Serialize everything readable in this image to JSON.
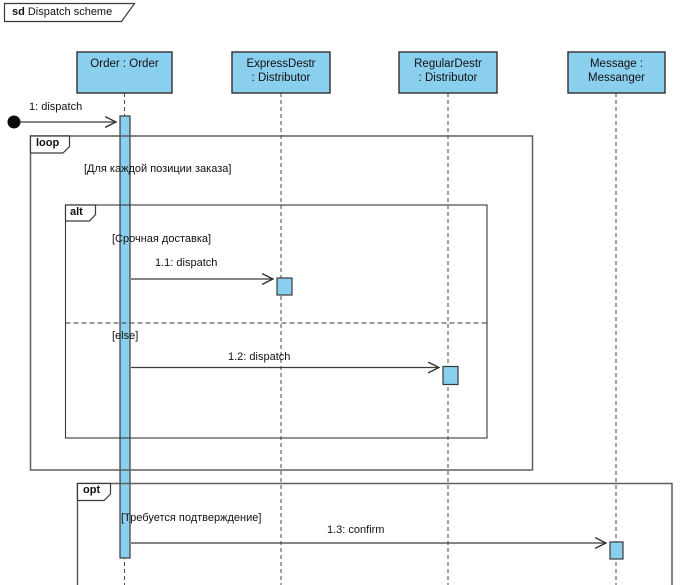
{
  "frame": {
    "keyword": "sd",
    "title": "Dispatch scheme"
  },
  "colors": {
    "lifeline_fill": "#8BCFEE",
    "border_color": "#3a3a3a",
    "line_color": "#4a4a4a",
    "fragment_color": "#5f5f5f"
  },
  "lifelines": [
    {
      "id": "order",
      "label": "Order : Order"
    },
    {
      "id": "express",
      "label": "ExpressDestr\n: Distributor"
    },
    {
      "id": "regular",
      "label": "RegularDestr\n: Distributor"
    },
    {
      "id": "message",
      "label": "Message :\nMessanger"
    }
  ],
  "messages": [
    {
      "id": "1",
      "label": "1: dispatch"
    },
    {
      "id": "1.1",
      "label": "1.1: dispatch"
    },
    {
      "id": "1.2",
      "label": "1.2: dispatch"
    },
    {
      "id": "1.3",
      "label": "1.3: confirm"
    }
  ],
  "fragments": [
    {
      "operator": "loop",
      "guard": "[Для каждой позиции заказа]"
    },
    {
      "operator": "alt",
      "guard": "[Срочная доставка]",
      "else_guard": "[else]"
    },
    {
      "operator": "opt",
      "guard": "[Требуется подтверждение]"
    }
  ]
}
